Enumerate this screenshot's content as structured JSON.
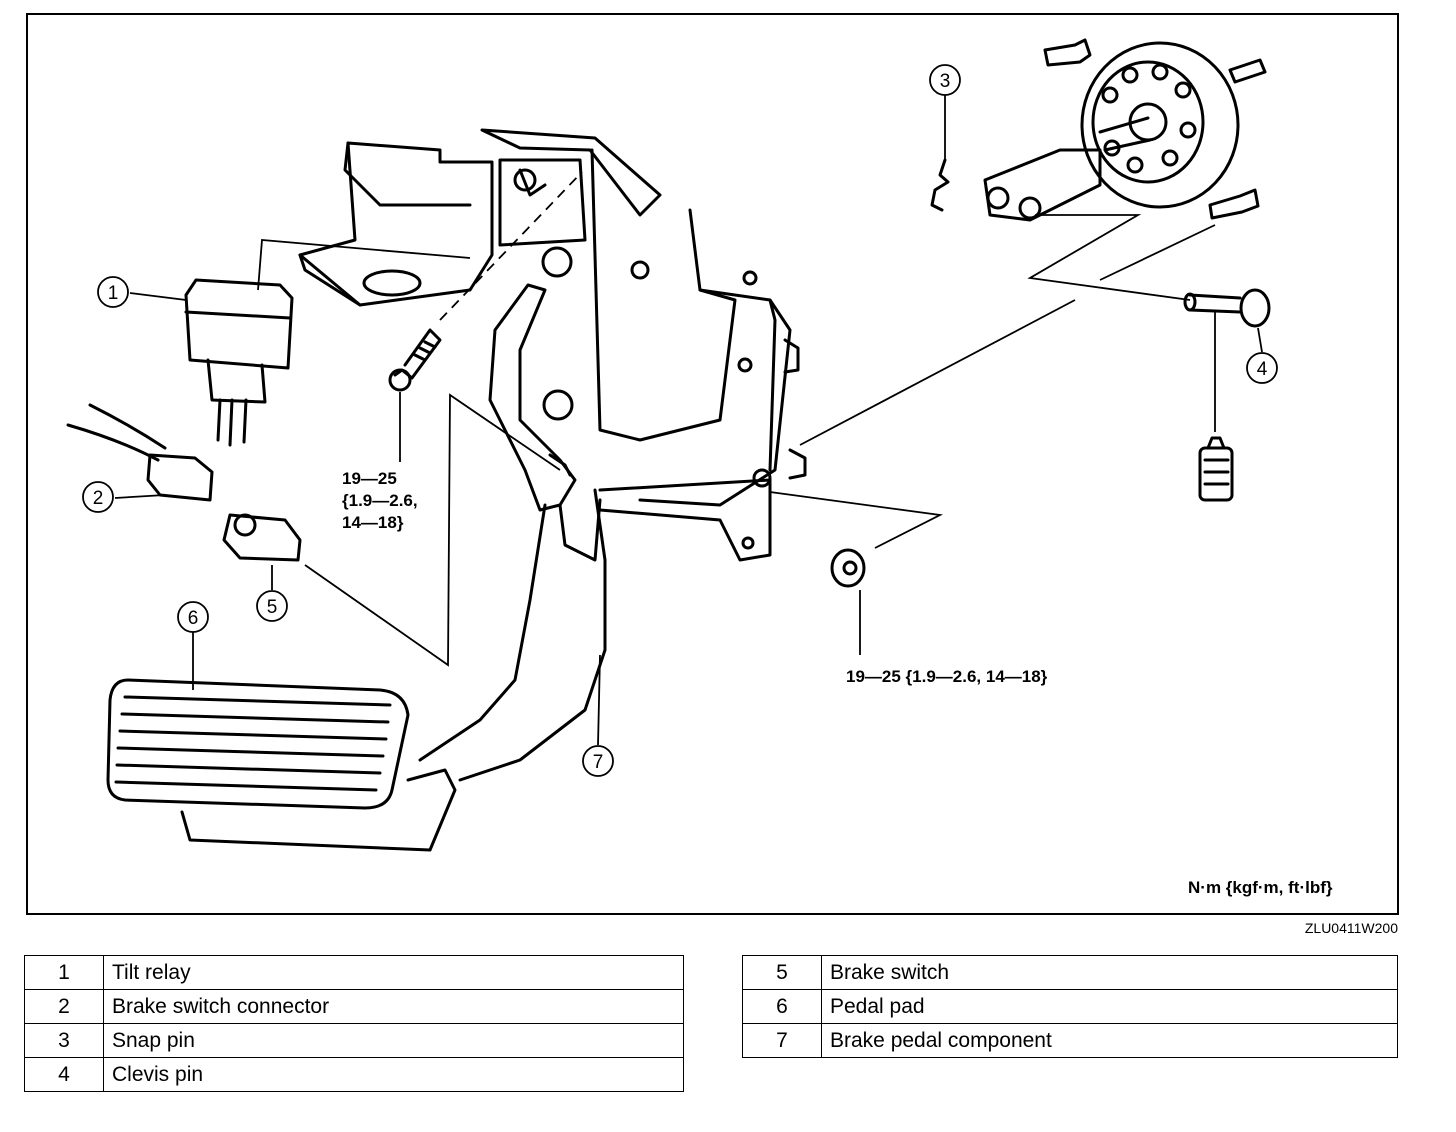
{
  "torque_labels": {
    "bolt_line1": "19—25",
    "bolt_line2": "{1.9—2.6,",
    "bolt_line3": "14—18}",
    "nut": "19—25 {1.9—2.6, 14—18}"
  },
  "units_note": "N·m {kgf·m, ft·lbf}",
  "figure_code": "ZLU0411W200",
  "callouts": [
    "1",
    "2",
    "3",
    "4",
    "5",
    "6",
    "7"
  ],
  "legend": {
    "left": [
      {
        "num": "1",
        "label": "Tilt relay"
      },
      {
        "num": "2",
        "label": "Brake switch connector"
      },
      {
        "num": "3",
        "label": "Snap pin"
      },
      {
        "num": "4",
        "label": "Clevis pin"
      }
    ],
    "right": [
      {
        "num": "5",
        "label": "Brake switch"
      },
      {
        "num": "6",
        "label": "Pedal pad"
      },
      {
        "num": "7",
        "label": "Brake pedal component"
      }
    ]
  }
}
